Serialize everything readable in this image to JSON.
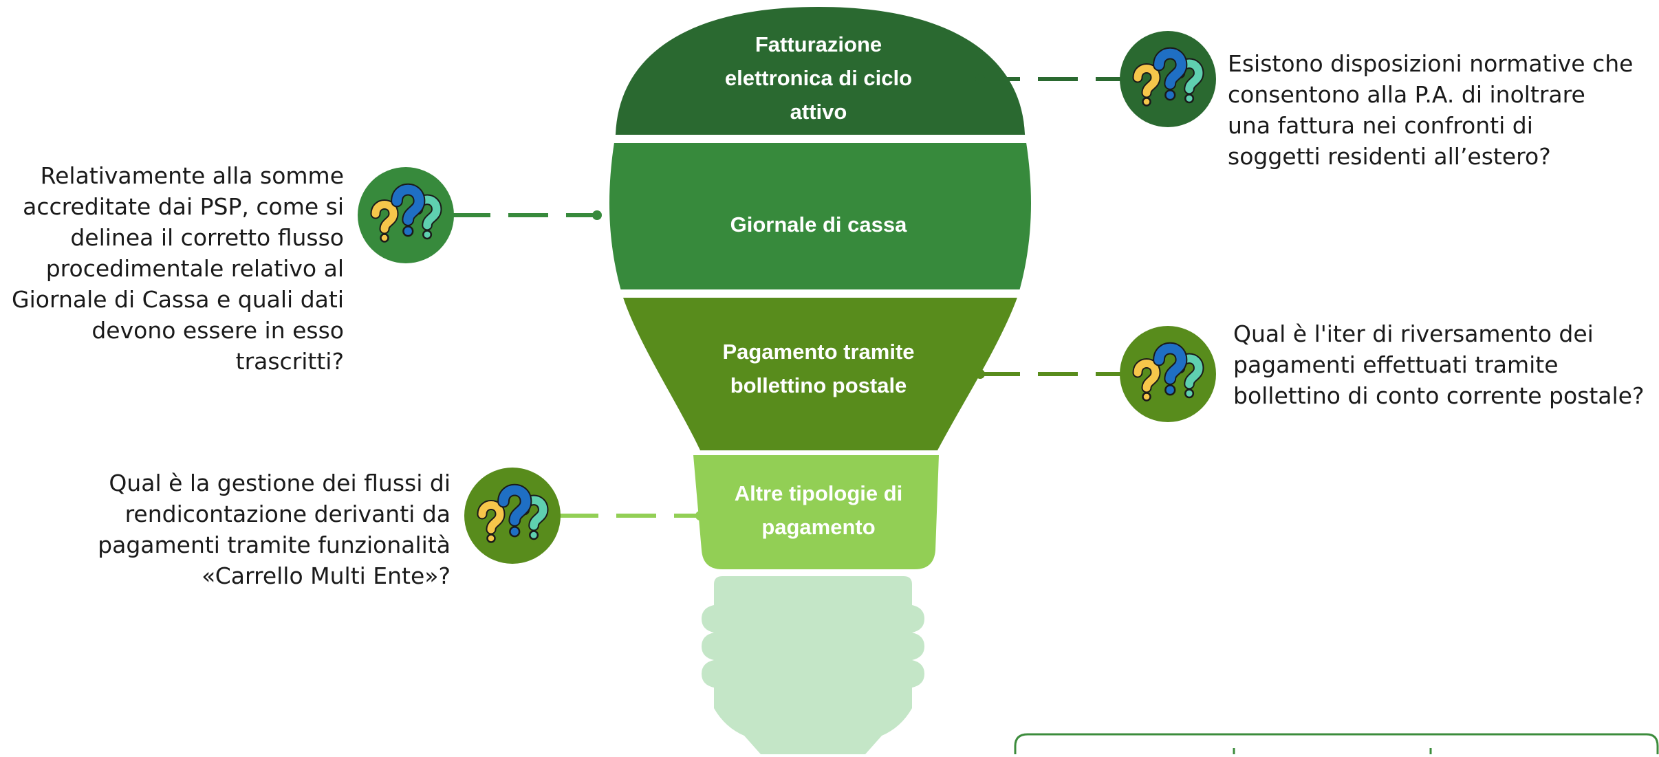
{
  "colors": {
    "segment_1": "#2a6930",
    "segment_2": "#378a3c",
    "segment_3": "#588c1c",
    "segment_4": "#92cf55",
    "base": "#c4e6c7",
    "connector_line": "#3c8c3c",
    "icon_circle": "#3a8c3a",
    "icon_yellow": "#f6c64b",
    "icon_blue": "#1f6fc4",
    "icon_teal": "#5fd0b0",
    "icon_outline": "#1a1a1a",
    "text": "#1a1a1a",
    "frame_border": "#3c8c3c"
  },
  "bulb": {
    "segments": [
      {
        "label_lines": [
          "Fatturazione",
          "elettronica di ciclo",
          "attivo"
        ]
      },
      {
        "label_lines": [
          "Giornale di cassa"
        ]
      },
      {
        "label_lines": [
          "Pagamento tramite",
          "bollettino postale"
        ]
      },
      {
        "label_lines": [
          "Altre tipologie di",
          "pagamento"
        ]
      }
    ]
  },
  "questions": {
    "q1": {
      "icon": "question-marks-icon",
      "lines": [
        "Esistono disposizioni normative che",
        "consentono alla P.A. di inoltrare",
        "una fattura nei confronti di",
        "soggetti residenti all’estero?"
      ]
    },
    "q2": {
      "icon": "question-marks-icon",
      "lines": [
        "Relativamente alla somme",
        "accreditate dai PSP, come si",
        "delinea il corretto flusso",
        "procedimentale relativo al",
        "Giornale di Cassa e quali dati",
        "devono essere in esso",
        "trascritti?"
      ]
    },
    "q3": {
      "icon": "question-marks-icon",
      "lines": [
        "Qual è l'iter di riversamento dei",
        "pagamenti effettuati tramite",
        "bollettino di conto corrente postale?"
      ]
    },
    "q4": {
      "icon": "question-marks-icon",
      "lines": [
        "Qual è la gestione dei flussi di",
        "rendicontazione derivanti da",
        "pagamenti tramite funzionalità",
        "«Carrello Multi Ente»?"
      ]
    }
  }
}
